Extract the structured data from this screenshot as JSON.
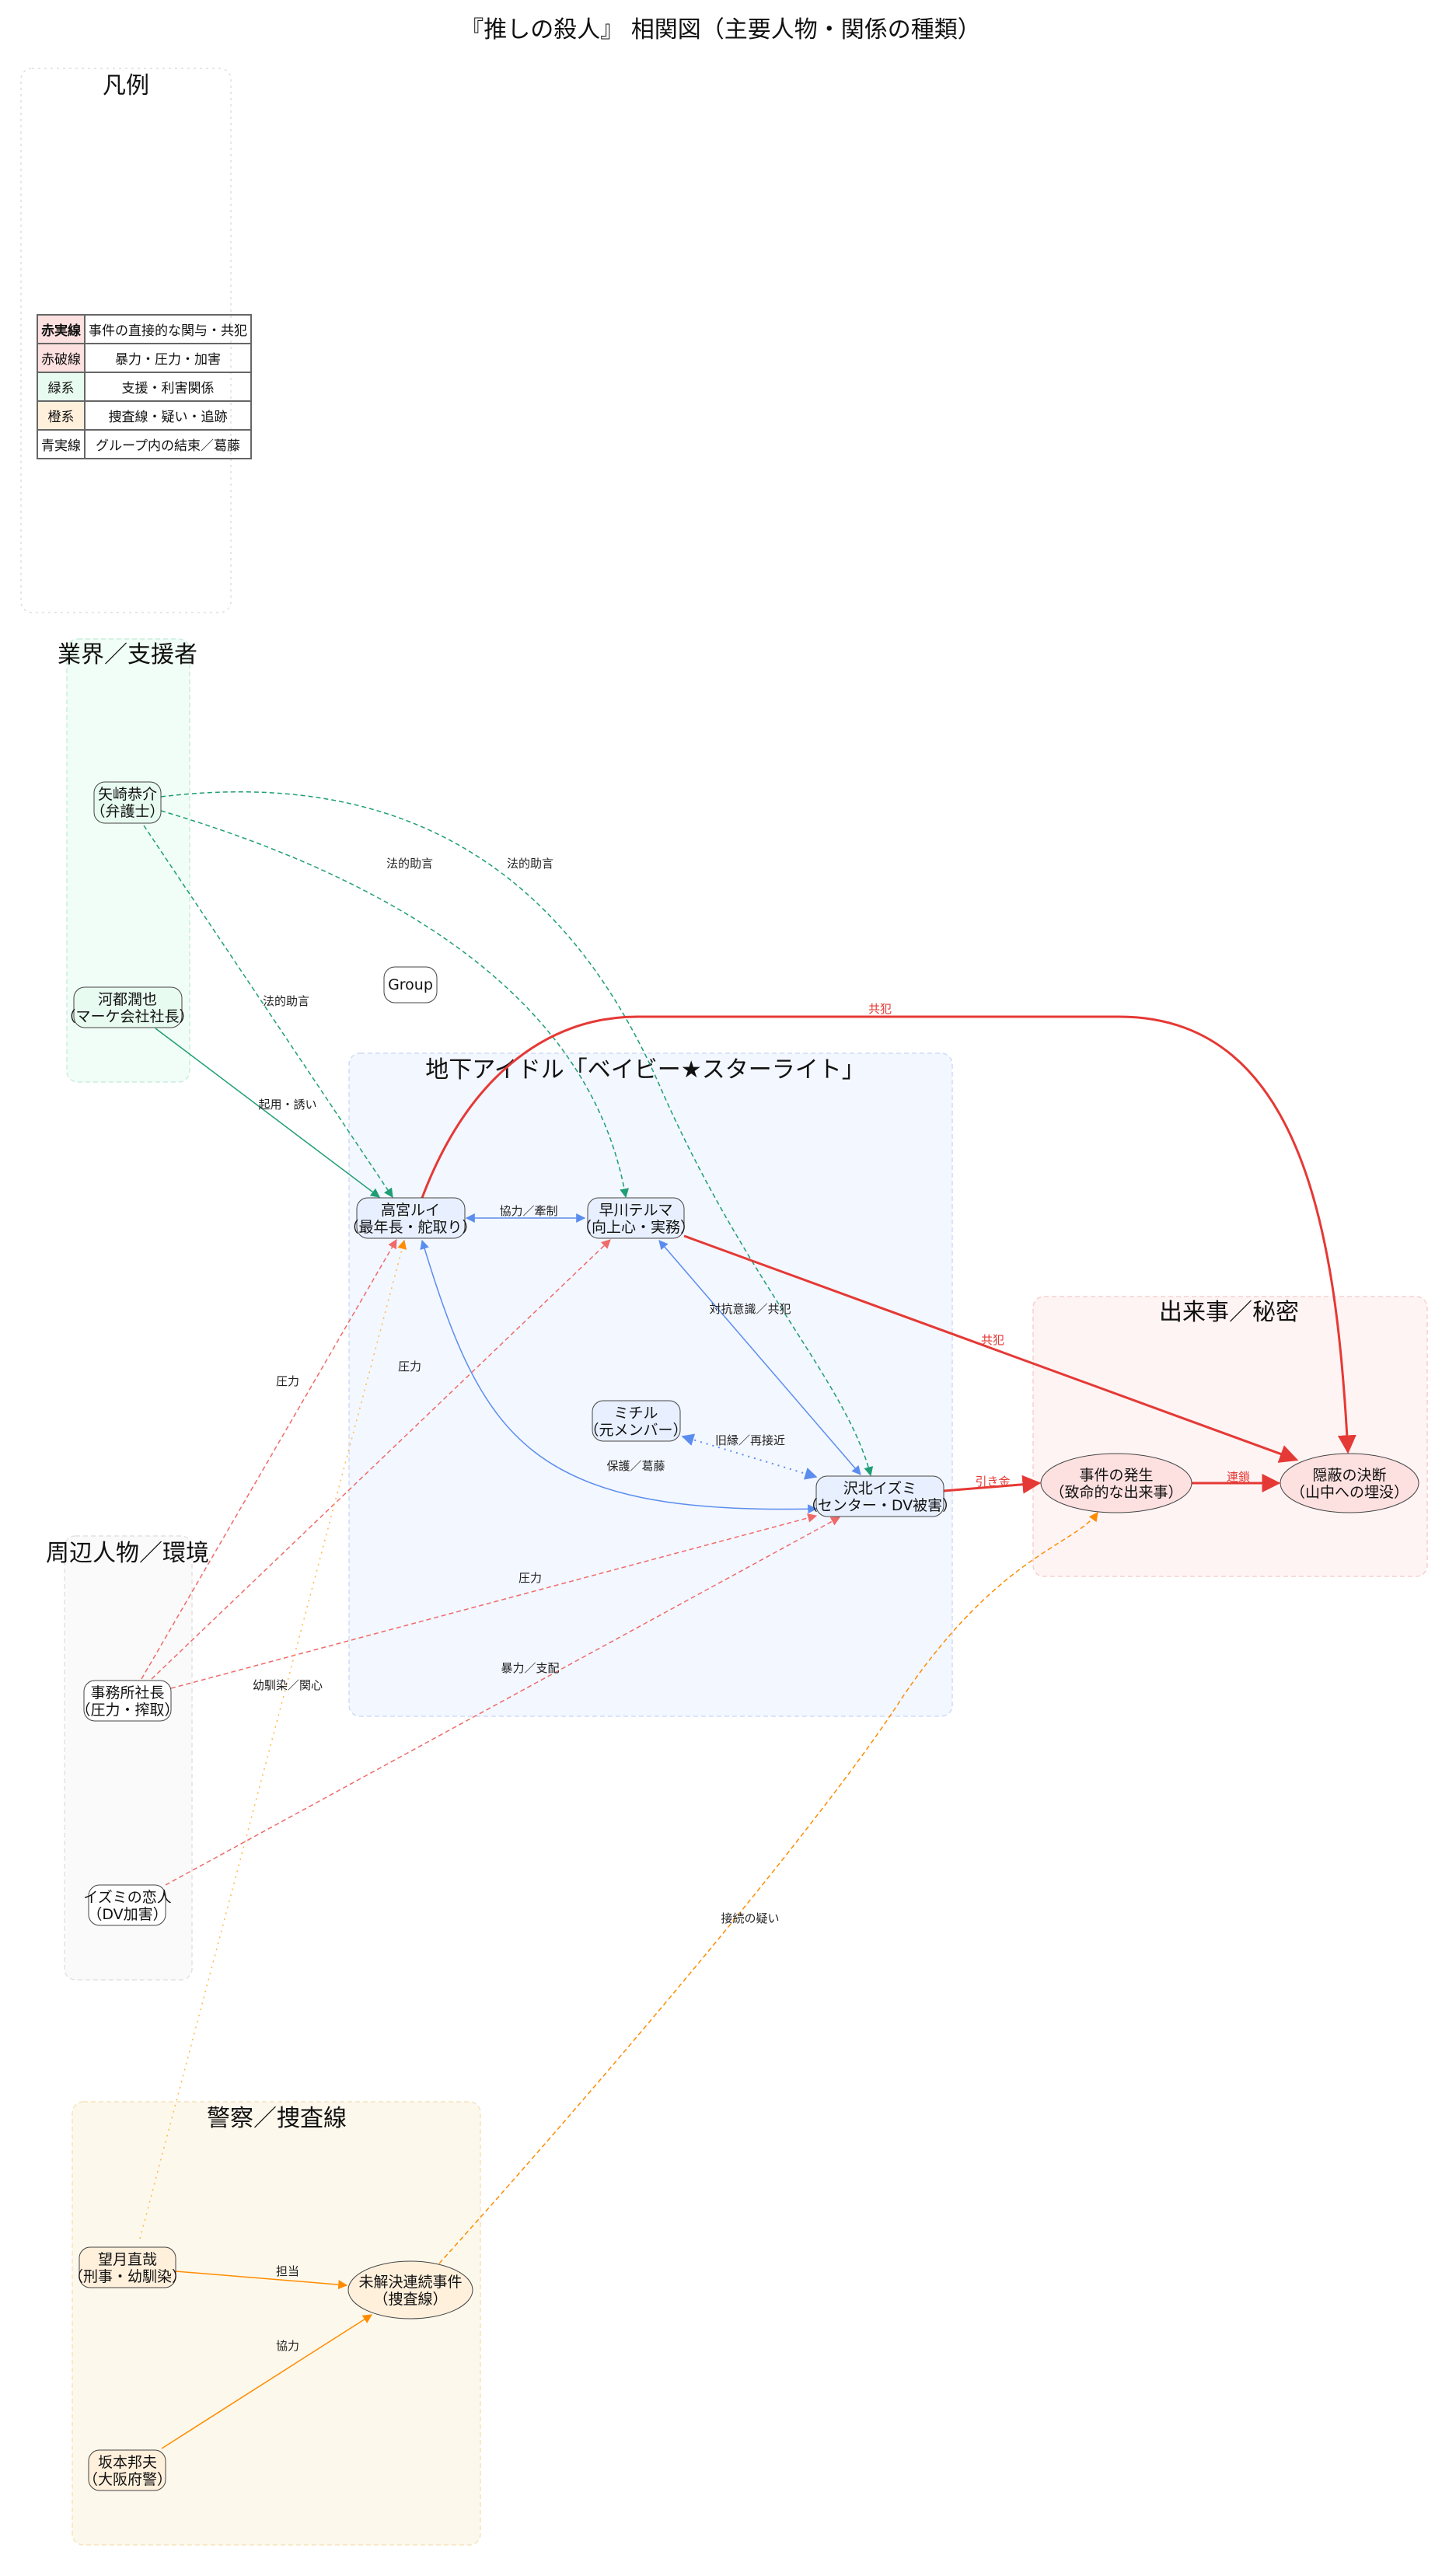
{
  "title": "『推しの殺人』 相関図（主要人物・関係の種類）",
  "legend": {
    "title": "凡例",
    "rows": [
      {
        "key": "赤実線",
        "desc": "事件の直接的な関与・共犯",
        "color": "#fde0e0"
      },
      {
        "key": "赤破線",
        "desc": "暴力・圧力・加害",
        "color": "#fde0e0"
      },
      {
        "key": "緑系",
        "desc": "支援・利害関係",
        "color": "#e8fbf0"
      },
      {
        "key": "橙系",
        "desc": "捜査線・疑い・追跡",
        "color": "#fff0dc"
      },
      {
        "key": "青実線",
        "desc": "グループ内の結束／葛藤",
        "color": "#ffffff"
      }
    ]
  },
  "clusters": {
    "industry": "業界／支援者",
    "idol": "地下アイドル「ベイビー★スターライト」",
    "events": "出来事／秘密",
    "environment": "周辺人物／環境",
    "police": "警察／捜査線"
  },
  "nodes": {
    "yazaki": [
      "矢崎恭介",
      "（弁護士）"
    ],
    "kawato": [
      "河都潤也",
      "（マーケ会社社長）"
    ],
    "group": [
      "Group"
    ],
    "rui": [
      "高宮ルイ",
      "（最年長・舵取り）"
    ],
    "teruma": [
      "早川テルマ",
      "（向上心・実務）"
    ],
    "michiru": [
      "ミチル",
      "（元メンバー）"
    ],
    "izumi": [
      "沢北イズミ",
      "（センター・DV被害）"
    ],
    "incident": [
      "事件の発生",
      "（致命的な出来事）"
    ],
    "coverup": [
      "隠蔽の決断",
      "（山中への埋没）"
    ],
    "president": [
      "事務所社長",
      "（圧力・搾取）"
    ],
    "lover": [
      "イズミの恋人",
      "（DV加害）"
    ],
    "mochizuki": [
      "望月直哉",
      "（刑事・幼馴染）"
    ],
    "case": [
      "未解決連続事件",
      "（捜査線）"
    ],
    "sakamoto": [
      "坂本邦夫",
      "（大阪府警）"
    ]
  },
  "edges": {
    "yazaki_rui": "法的助言",
    "yazaki_teruma": "法的助言",
    "yazaki_izumi": "法的助言",
    "kawato_rui": "起用・誘い",
    "rui_teruma": "協力／牽制",
    "teruma_izumi": "対抗意識／共犯",
    "rui_izumi": "保護／葛藤",
    "michiru_izumi": "旧縁／再接近",
    "rui_coverup": "共犯",
    "teruma_coverup": "共犯",
    "izumi_incident": "引き金",
    "incident_coverup": "連鎖",
    "president_rui": "圧力",
    "president_teruma": "圧力",
    "president_izumi": "圧力",
    "lover_izumi": "暴力／支配",
    "mochizuki_rui": "幼馴染／関心",
    "mochizuki_case": "担当",
    "sakamoto_case": "協力",
    "case_incident": "接続の疑い"
  },
  "colors": {
    "red_solid": "#e53935",
    "red_dashed": "#f06a6a",
    "green": "#1f9e74",
    "blue": "#5b8def",
    "orange": "#ff8c00"
  }
}
